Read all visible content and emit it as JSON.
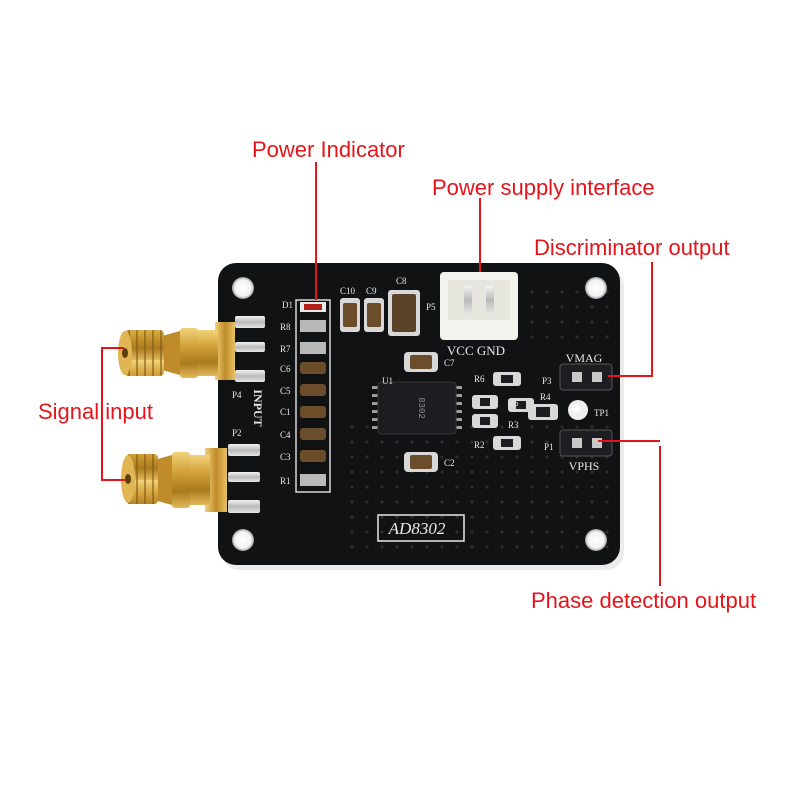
{
  "callouts": {
    "power_indicator": "Power Indicator",
    "power_supply_interface": "Power supply interface",
    "discriminator_output": "Discriminator output",
    "signal_input": "Signal input",
    "phase_detection_output": "Phase detection output"
  },
  "board": {
    "chip_label": "AD8302",
    "connector_label": "VCC GND",
    "vmag": "VMAG",
    "vphs": "VPHS",
    "input": "INPUT",
    "refs": {
      "d1": "D1",
      "r8": "R8",
      "r7": "R7",
      "c6": "C6",
      "c5": "C5",
      "c1": "C1",
      "c4": "C4",
      "c3": "C3",
      "r1": "R1",
      "p4": "P4",
      "p2": "P2",
      "c10": "C10",
      "c9": "C9",
      "c8": "C8",
      "p5": "P5",
      "c7": "C7",
      "u1": "U1",
      "c2": "C2",
      "r6": "R6",
      "r5": "R5",
      "r4": "R4",
      "r3": "R3",
      "r2": "R2",
      "p3": "P3",
      "p1": "P1",
      "tp1": "TP1"
    }
  },
  "colors": {
    "callout": "#e4141b",
    "pcb": "#111214",
    "silkscreen": "#e8e8e8",
    "gold": "#c9962e"
  }
}
